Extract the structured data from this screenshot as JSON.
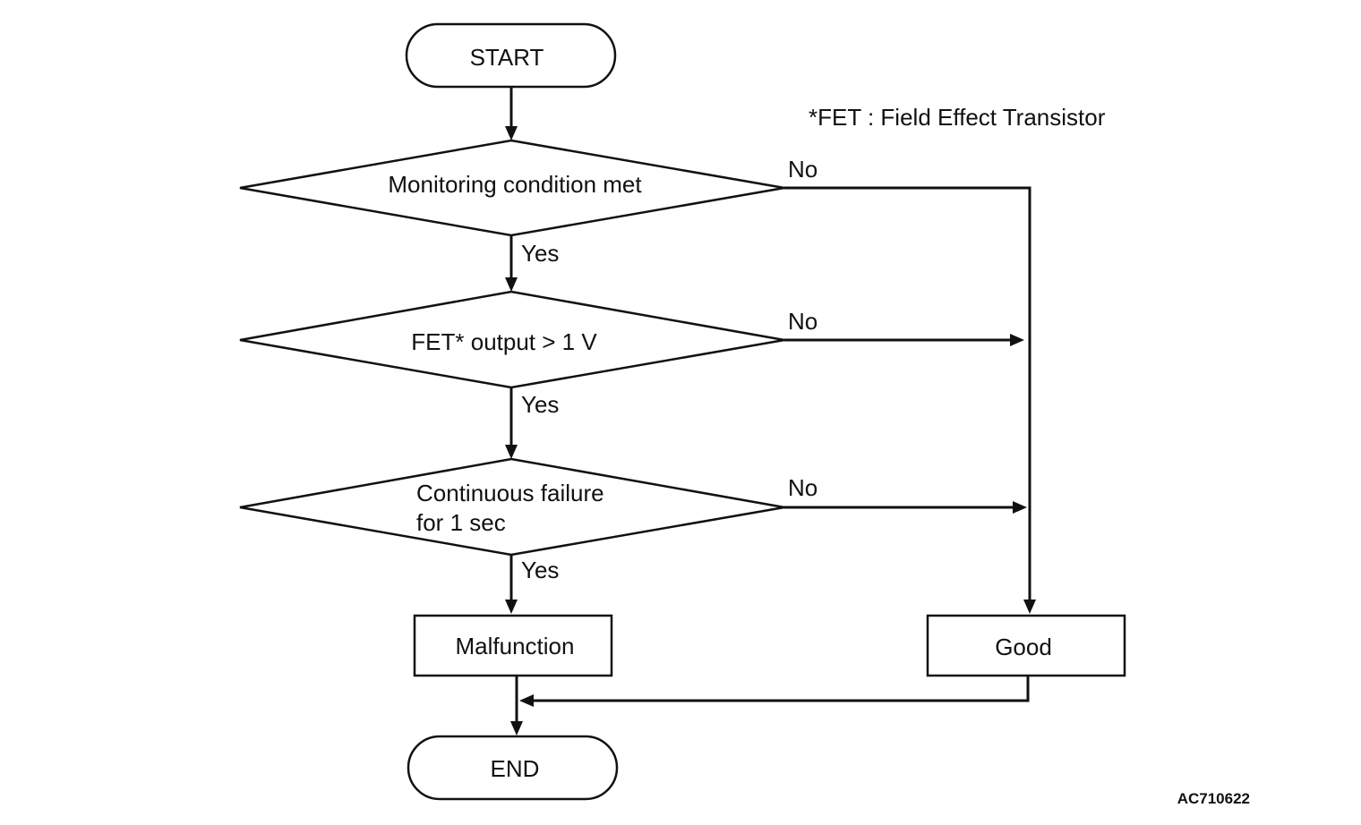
{
  "note": "*FET : Field Effect Transistor",
  "figure_id": "AC710622",
  "nodes": {
    "start": "START",
    "decision1": "Monitoring condition met",
    "decision2": "FET* output > 1 V",
    "decision3_line1": "Continuous failure",
    "decision3_line2": "for 1 sec",
    "malfunction": "Malfunction",
    "good": "Good",
    "end": "END"
  },
  "branches": {
    "decision1_yes": "Yes",
    "decision1_no": "No",
    "decision2_yes": "Yes",
    "decision2_no": "No",
    "decision3_yes": "Yes",
    "decision3_no": "No"
  },
  "colors": {
    "line": "#111111",
    "background": "#ffffff"
  }
}
